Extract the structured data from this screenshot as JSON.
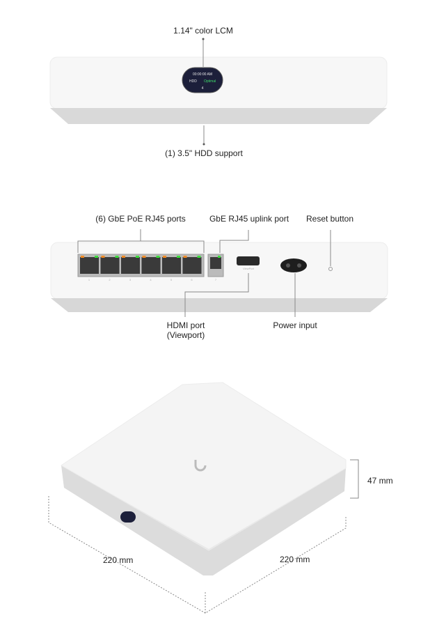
{
  "front_view": {
    "lcm_label": "1.14\" color LCM",
    "hdd_label": "(1) 3.5\" HDD support",
    "lcm_screen_text": [
      "00:00:00 AM",
      "HDD",
      "Optimal",
      "4"
    ]
  },
  "rear_view": {
    "poe_ports_label": "(6) GbE PoE RJ45 ports",
    "uplink_label": "GbE RJ45 uplink port",
    "reset_label": "Reset button",
    "hdmi_label_line1": "HDMI port",
    "hdmi_label_line2": "(Viewport)",
    "power_label": "Power input",
    "port_numbers": [
      "1",
      "2",
      "3",
      "4",
      "5",
      "6"
    ],
    "uplink_number": "7",
    "hdmi_port_text": "ViewPort"
  },
  "dimensions": {
    "width": "220 mm",
    "depth": "220 mm",
    "height": "47 mm"
  },
  "colors": {
    "led_orange": "#f08a24",
    "led_green": "#3ddc3d",
    "lcm": "#1c1f3a"
  }
}
